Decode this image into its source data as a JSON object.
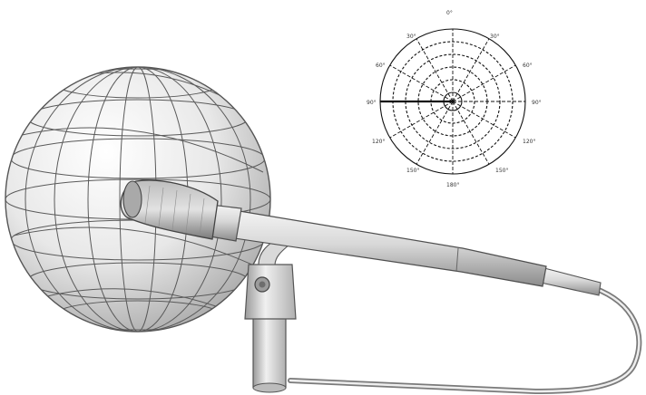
{
  "illustration": {
    "subject": "omnidirectional-microphone",
    "pickup_pattern": "omnidirectional",
    "colors": {
      "background": "#ffffff",
      "sphere_fill": "#e6e6e6",
      "sphere_lines": "#555555",
      "metal_light": "#f2f2f2",
      "metal_dark": "#8a8a8a",
      "outline": "#444444",
      "polar_lines": "#111111"
    }
  },
  "polar_plot": {
    "rings": 5,
    "spokes": 12,
    "labels": {
      "top": "0°",
      "top_right": "30°",
      "right_upper": "60°",
      "right": "90°",
      "right_lower": "120°",
      "bottom_right": "150°",
      "bottom": "180°",
      "bottom_left": "150°",
      "left_lower": "120°",
      "left": "90°",
      "left_upper": "60°",
      "top_left": "30°"
    }
  }
}
